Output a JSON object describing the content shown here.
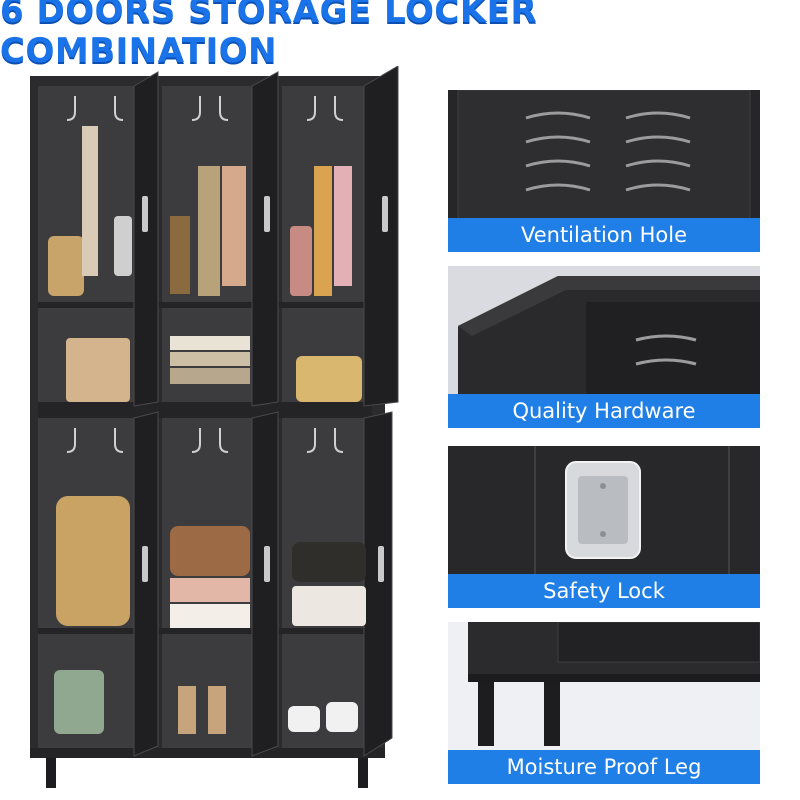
{
  "banner": {
    "title": "6 DOORS STORAGE LOCKER COMBINATION"
  },
  "features": [
    {
      "caption": "Ventilation Hole",
      "icon": "ventilation-slots"
    },
    {
      "caption": "Quality Hardware",
      "icon": "cabinet-corner"
    },
    {
      "caption": "Safety Lock",
      "icon": "lock-plate"
    },
    {
      "caption": "Moisture Proof Leg",
      "icon": "cabinet-leg"
    }
  ],
  "colors": {
    "brand_blue": "#1f7fe6",
    "title_blue": "#1a73e8",
    "locker_black": "#2b2b2d",
    "interior": "#3a3a3c"
  }
}
